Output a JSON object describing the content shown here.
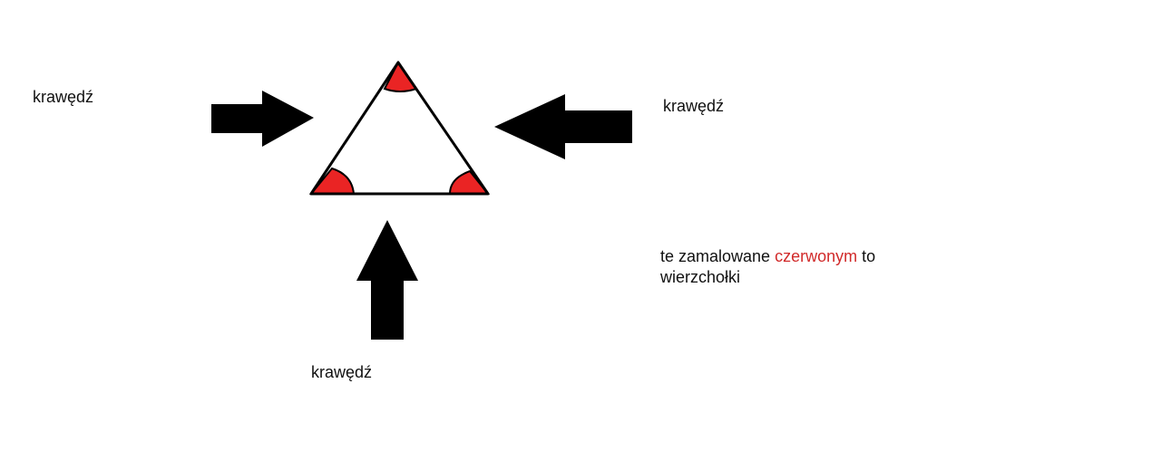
{
  "labels": {
    "left": "krawędź",
    "right": "krawędź",
    "bottom": "krawędź"
  },
  "note": {
    "line1_prefix": "te zamalowane ",
    "line1_highlight": "czerwonym",
    "line1_suffix": " to",
    "line2": "wierzchołki"
  },
  "colors": {
    "text": "#111111",
    "arrow": "#000000",
    "triangle_stroke": "#000000",
    "vertex_fill": "#ea2424",
    "highlight_text": "#d12a2a"
  }
}
